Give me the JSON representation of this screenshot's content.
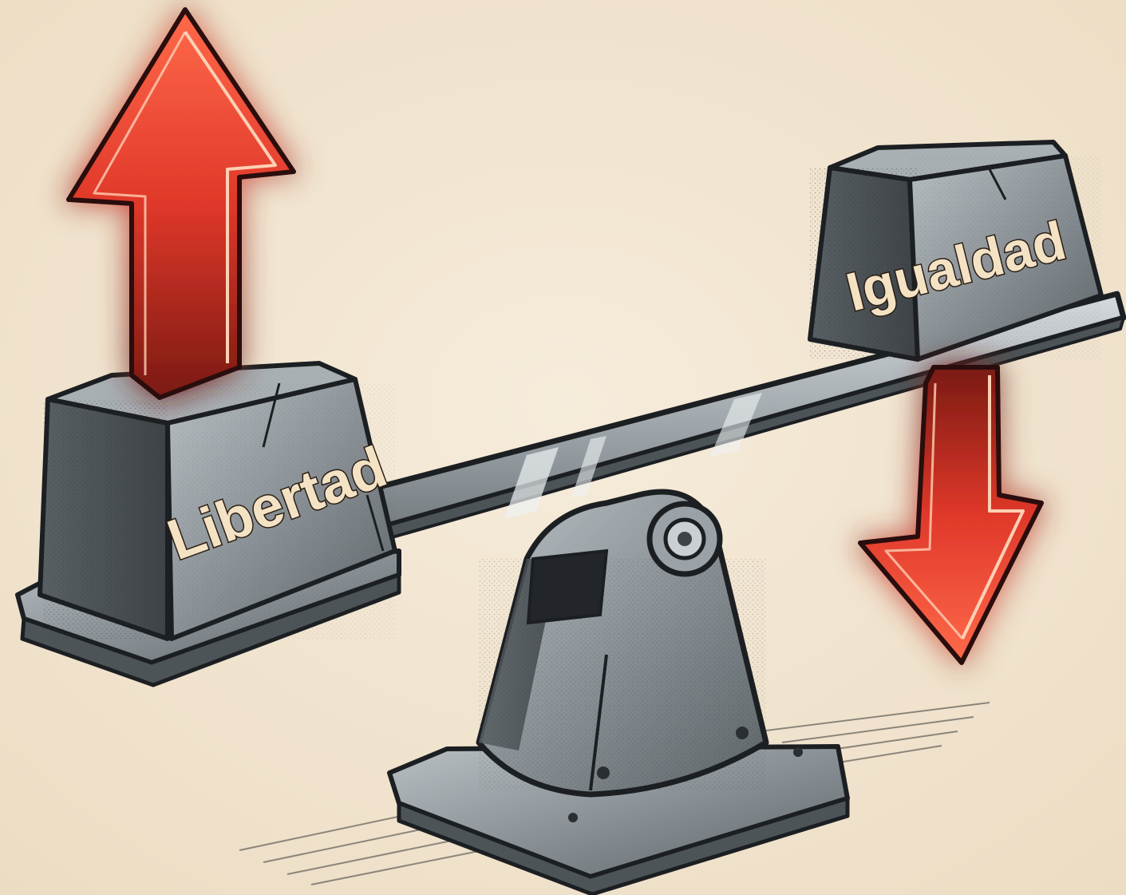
{
  "illustration": {
    "left_block": {
      "label": "Libertad"
    },
    "right_block": {
      "label": "Igualdad"
    },
    "left_arrow": {
      "direction": "up"
    },
    "right_arrow": {
      "direction": "down"
    }
  },
  "colors": {
    "background": "#f3e6d2",
    "metal": "#8e969c",
    "metal_dark": "#4d5458",
    "outline": "#1c1f22",
    "arrow_red": "#e0382a",
    "arrow_glow": "#ff5a3c",
    "label_text": "#f3e2c4"
  },
  "icons": [
    "arrow-up-icon",
    "arrow-down-icon",
    "pivot-bolt-icon"
  ]
}
